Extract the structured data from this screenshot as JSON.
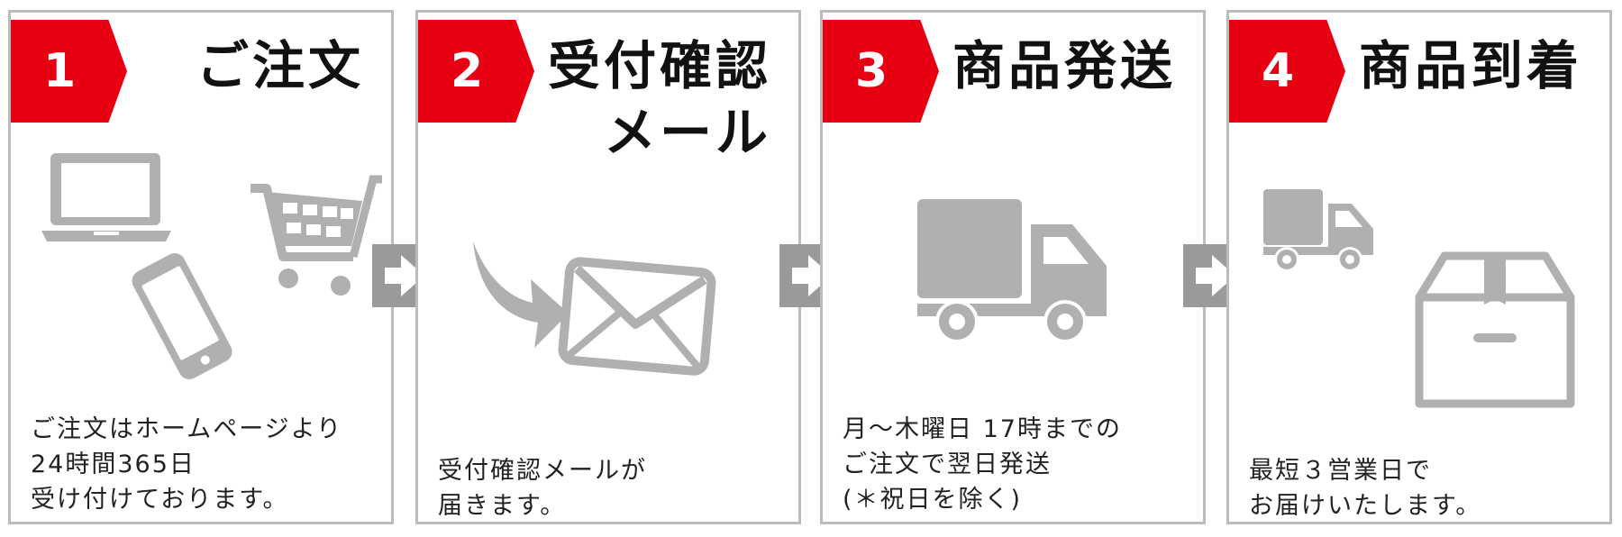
{
  "colors": {
    "badge": "#e60012",
    "icon": "#b0b0b0",
    "border": "#bcbcbc",
    "arrow": "#9a9a9a"
  },
  "steps": [
    {
      "number": "1",
      "title": "ご注文",
      "description": "ご注文はホームページより\n24時間365日\n受け付けております。",
      "icons": [
        "laptop-icon",
        "smartphone-icon",
        "shopping-cart-icon"
      ]
    },
    {
      "number": "2",
      "title": "受付確認\nメール",
      "description": "受付確認メールが\n届きます。",
      "icons": [
        "curved-arrow-icon",
        "envelope-icon"
      ]
    },
    {
      "number": "3",
      "title": "商品発送",
      "description": "月～木曜日 17時までの\nご注文で翌日発送\n(＊祝日を除く)",
      "icons": [
        "delivery-truck-icon"
      ]
    },
    {
      "number": "4",
      "title": "商品到着",
      "description": "最短３営業日で\nお届けいたします。",
      "icons": [
        "delivery-truck-icon",
        "package-box-icon"
      ]
    }
  ],
  "connectors": [
    "arrow-right-icon",
    "arrow-right-icon",
    "arrow-right-icon"
  ]
}
